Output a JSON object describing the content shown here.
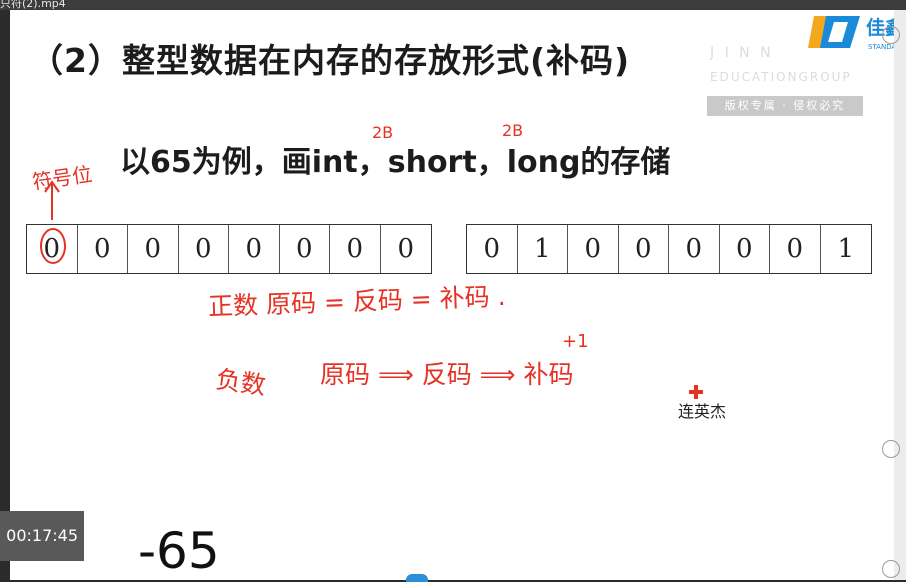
{
  "window": {
    "filename": "只符(2).mp4"
  },
  "slide": {
    "title": "（2）整型数据在内存的存放形式(补码)",
    "subtitle": "以65为例，画int，short，long的存储",
    "watermark": {
      "line1": "J I N N",
      "line2": "EDUCATIONGROUP",
      "badge": "版权专属 · 侵权必究"
    },
    "logo": {
      "text": "佳鑫",
      "sub": "STANDARD"
    },
    "register_high": [
      "0",
      "0",
      "0",
      "0",
      "0",
      "0",
      "0",
      "0"
    ],
    "register_low": [
      "0",
      "1",
      "0",
      "0",
      "0",
      "0",
      "0",
      "1"
    ],
    "handwriting": {
      "sign_bit": "符号位",
      "int_size": "2B",
      "short_size": "2B",
      "positive_rule": "正数 原码 = 反码 = 补码 .",
      "negative_rule_label": "负数",
      "negative_rule": "原码 ⟹ 反码 ⟹ 补码",
      "plus_one": "+1"
    },
    "author": "连英杰",
    "negative_example": "-65"
  },
  "player": {
    "time": "00:17:45"
  },
  "colors": {
    "ink": "#e63225",
    "accent": "#1b8ad8"
  }
}
